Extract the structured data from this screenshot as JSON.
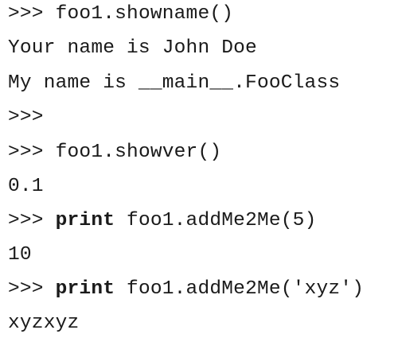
{
  "session": {
    "lines": [
      {
        "prompt": ">>> ",
        "keyword": "",
        "code": "foo1.showname()"
      },
      {
        "prompt": "",
        "keyword": "",
        "code": "Your name is John Doe"
      },
      {
        "prompt": "",
        "keyword": "",
        "code": "My name is __main__.FooClass"
      },
      {
        "prompt": ">>>",
        "keyword": "",
        "code": ""
      },
      {
        "prompt": ">>> ",
        "keyword": "",
        "code": "foo1.showver()"
      },
      {
        "prompt": "",
        "keyword": "",
        "code": "0.1"
      },
      {
        "prompt": ">>> ",
        "keyword": "print",
        "code": " foo1.addMe2Me(5)"
      },
      {
        "prompt": "",
        "keyword": "",
        "code": "10"
      },
      {
        "prompt": ">>> ",
        "keyword": "print",
        "code": " foo1.addMe2Me('xyz')"
      },
      {
        "prompt": "",
        "keyword": "",
        "code": "xyzxyz"
      }
    ]
  }
}
